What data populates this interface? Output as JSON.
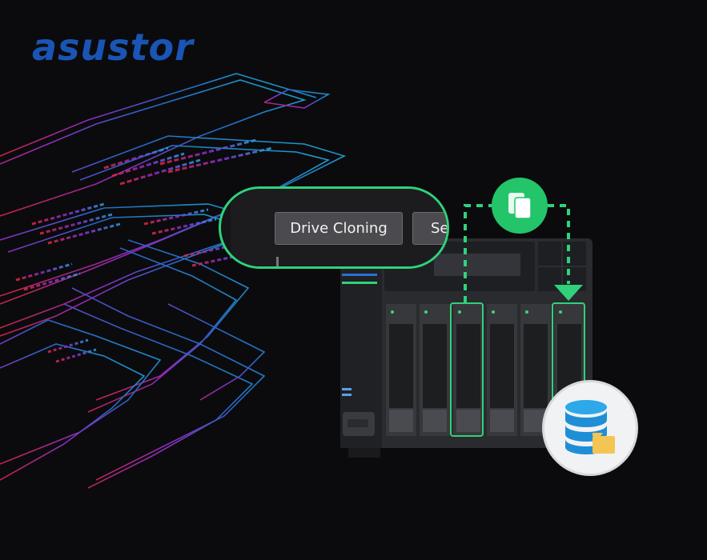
{
  "brand": {
    "logo_text": "asustor",
    "color": "#1a55b5"
  },
  "callout": {
    "buttons": [
      {
        "label": "Drive Cloning"
      },
      {
        "label": "Secu"
      }
    ],
    "border_color": "#2fd27a"
  },
  "icons": {
    "copy": "copy-documents-icon",
    "database": "database-folder-icon"
  },
  "colors": {
    "accent_green": "#24c46a",
    "background": "#0b0b0d"
  }
}
